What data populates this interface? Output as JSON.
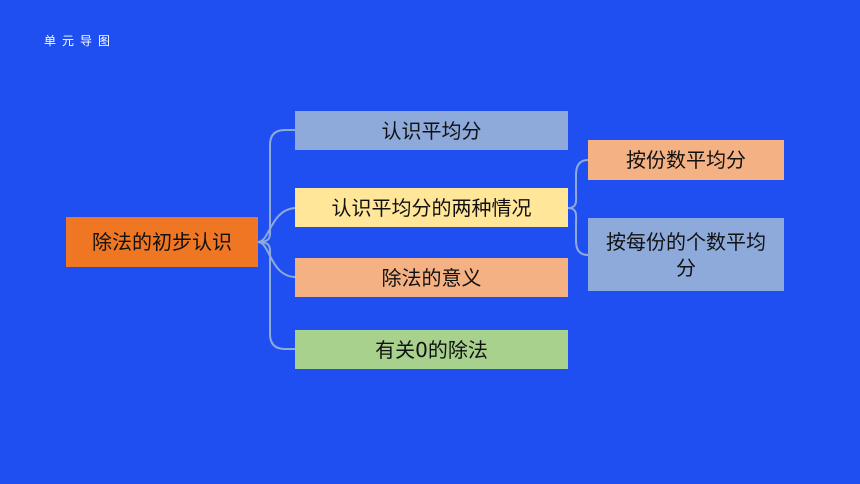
{
  "header": {
    "title": "单元导图"
  },
  "mindmap": {
    "root": {
      "label": "除法的初步认识",
      "color": "#ef7622"
    },
    "branches": [
      {
        "label": "认识平均分",
        "color": "#8eaadb"
      },
      {
        "label": "认识平均分的两种情况",
        "color": "#ffe699"
      },
      {
        "label": "除法的意义",
        "color": "#f4b183"
      },
      {
        "label": "有关0的除法",
        "color": "#a9d18e"
      }
    ],
    "sub_branches": [
      {
        "label": "按份数平均分",
        "color": "#f4b183"
      },
      {
        "label": "按每份的个数平均分",
        "color": "#8eaadb"
      }
    ]
  }
}
